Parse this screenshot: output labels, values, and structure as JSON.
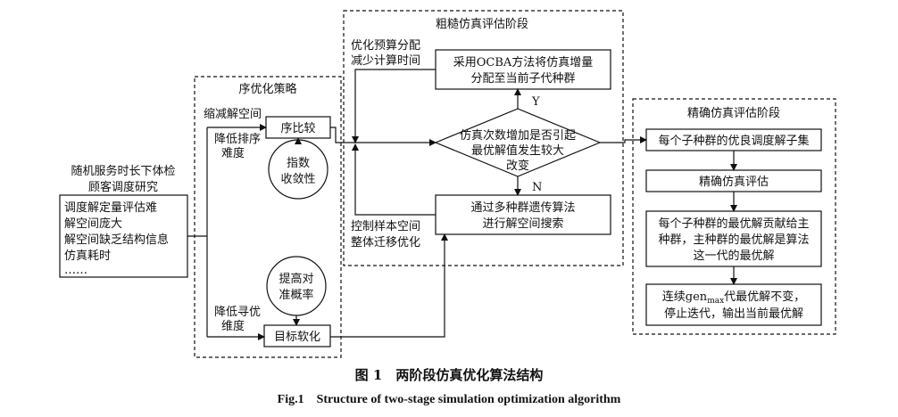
{
  "input_box": {
    "title_line1": "随机服务时长下体检",
    "title_line2": "顾客调度研究",
    "items": [
      "调度解定量评估难",
      "解空间庞大",
      "解空间缺乏结构信息",
      "仿真耗时",
      "……"
    ]
  },
  "ordinal_strategy": {
    "title": "序优化策略",
    "label_reduce_space": "缩减解空间",
    "label_reduce_difficulty_line1": "降低排序",
    "label_reduce_difficulty_line2": "难度",
    "ordinal_compare": "序比较",
    "exp_convergence_line1": "指数",
    "exp_convergence_line2": "收敛性",
    "raise_alignment_line1": "提高对",
    "raise_alignment_line2": "准概率",
    "label_reduce_dimension_line1": "降低寻优",
    "label_reduce_dimension_line2": "维度",
    "goal_softening": "目标软化"
  },
  "coarse_stage": {
    "title": "粗糙仿真评估阶段",
    "label_optimize_budget_line1": "优化预算分配",
    "label_optimize_budget_line2": "减少计算时间",
    "ocba_line1": "采用OCBA方法将仿真增量",
    "ocba_line2": "分配至当前子代种群",
    "decision_line1": "仿真次数增加是否引起",
    "decision_line2": "最优解值发生较大",
    "decision_line3": "改变",
    "yes": "Y",
    "no": "N",
    "ga_line1": "通过多种群遗传算法",
    "ga_line2": "进行解空间搜索",
    "label_control_line1": "控制样本空间",
    "label_control_line2": "整体迁移优化"
  },
  "precise_stage": {
    "title": "精确仿真评估阶段",
    "box1": "每个子种群的优良调度解子集",
    "box2": "精确仿真评估",
    "box3_line1": "每个子种群的最优解贡献给主",
    "box3_line2": "种群，主种群的最优解是算法",
    "box3_line3": "这一代的最优解",
    "box4_line1_pre": "连续gen",
    "box4_line1_sub": "max",
    "box4_line1_post": "代最优解不变，",
    "box4_line2": "停止迭代，输出当前最优解"
  },
  "caption": {
    "cn": "图 1　两阶段仿真优化算法结构",
    "en": "Fig.1　Structure of two-stage simulation optimization algorithm"
  }
}
